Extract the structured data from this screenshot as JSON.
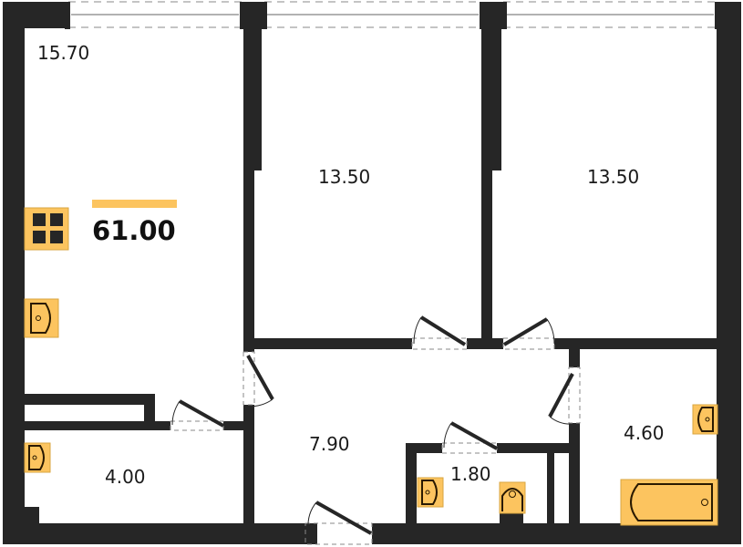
{
  "plan": {
    "total_area": "61.00",
    "accent_color": "#FCC45F",
    "wall_color": "#262626",
    "rooms": [
      {
        "id": "living-kitchen",
        "area": "15.70"
      },
      {
        "id": "bedroom-1",
        "area": "13.50"
      },
      {
        "id": "bedroom-2",
        "area": "13.50"
      },
      {
        "id": "hallway",
        "area": "7.90"
      },
      {
        "id": "storage",
        "area": "4.00"
      },
      {
        "id": "bathroom",
        "area": "4.60"
      },
      {
        "id": "toilet",
        "area": "1.80"
      }
    ],
    "icons": [
      "area-grid-icon",
      "sink-icon",
      "toilet-icon",
      "bathtub-icon"
    ]
  }
}
